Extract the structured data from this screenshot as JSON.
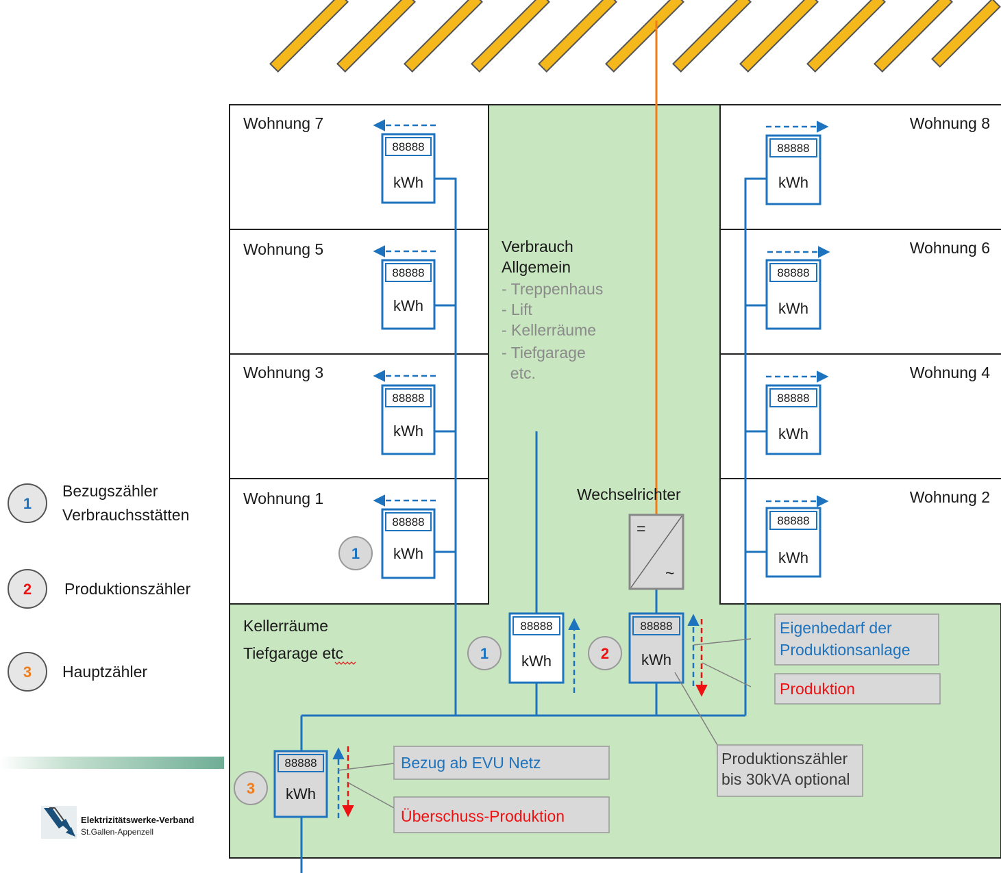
{
  "apartments": {
    "w7": "Wohnung 7",
    "w8": "Wohnung 8",
    "w5": "Wohnung 5",
    "w6": "Wohnung 6",
    "w3": "Wohnung 3",
    "w4": "Wohnung 4",
    "w1": "Wohnung 1",
    "w2": "Wohnung 2"
  },
  "common": {
    "title1": "Verbrauch",
    "title2": "Allgemein",
    "items": [
      "- Treppenhaus",
      "- Lift",
      "- Kellerräume",
      "- Tiefgarage",
      "  etc."
    ]
  },
  "basement": {
    "line1": "Kellerräume",
    "line2": "Tiefgarage etc"
  },
  "inverter": {
    "label": "Wechselrichter",
    "dc_symbol": "=",
    "ac_symbol": "~"
  },
  "meter": {
    "digits": "88888",
    "unit": "kWh"
  },
  "legend": [
    {
      "number": "1",
      "line1": "Bezugszähler",
      "line2": "Verbrauchsstätten"
    },
    {
      "number": "2",
      "line1": "Produktionszähler",
      "line2": ""
    },
    {
      "number": "3",
      "line1": "Hauptzähler",
      "line2": ""
    }
  ],
  "badges": {
    "one": "1",
    "two": "2",
    "three": "3"
  },
  "callouts": {
    "eigenbedarf_1": "Eigenbedarf der",
    "eigenbedarf_2": "Produktionsanlage",
    "produktion": "Produktion",
    "bezug": "Bezug ab EVU Netz",
    "ueberschuss": "Überschuss-Produktion",
    "optional_1": "Produktionszähler",
    "optional_2": "bis 30kVA optional"
  },
  "logo": {
    "line1": "Elektrizitätswerke-Verband",
    "line2": "St.Gallen-Appenzell"
  },
  "colors": {
    "blue": "#1e73be",
    "red": "#ee1111",
    "orange": "#f07c1a",
    "green_area": "#c8e6bf",
    "panel_yellow": "#f4b71c",
    "callout_bg": "#d9d9d9"
  }
}
